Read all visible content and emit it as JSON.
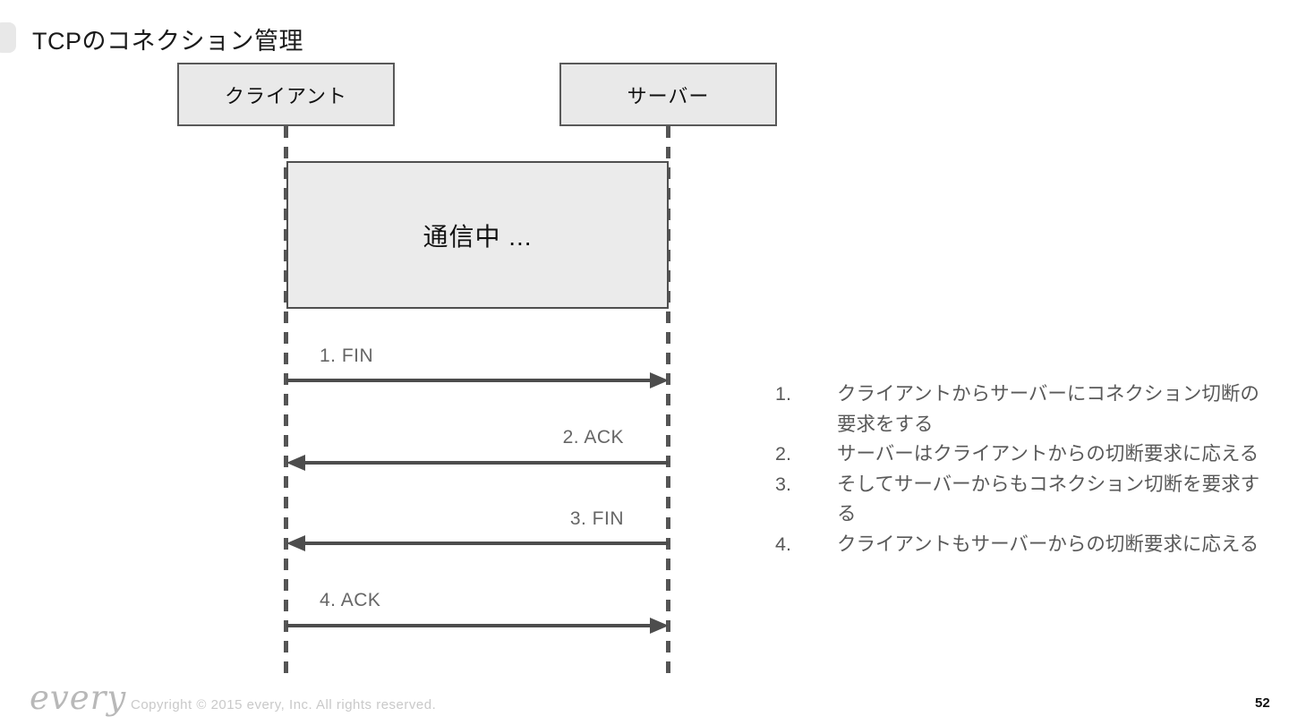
{
  "slide": {
    "title": "TCPのコネクション管理",
    "page_number": "52",
    "footer": {
      "logo": "every",
      "copyright": "Copyright © 2015 every, Inc. All rights reserved."
    }
  },
  "diagram": {
    "actors": [
      {
        "label": "クライアント"
      },
      {
        "label": "サーバー"
      }
    ],
    "activity_label": "通信中 ...",
    "messages": [
      {
        "label": "1. FIN",
        "from": "クライアント",
        "to": "サーバー",
        "direction": "right"
      },
      {
        "label": "2. ACK",
        "from": "サーバー",
        "to": "クライアント",
        "direction": "left"
      },
      {
        "label": "3. FIN",
        "from": "サーバー",
        "to": "クライアント",
        "direction": "left"
      },
      {
        "label": "4. ACK",
        "from": "クライアント",
        "to": "サーバー",
        "direction": "right"
      }
    ]
  },
  "notes": {
    "items": [
      {
        "num": "1.",
        "text": "クライアントからサーバーにコネクション切断の要求をする"
      },
      {
        "num": "2.",
        "text": "サーバーはクライアントからの切断要求に応える"
      },
      {
        "num": "3.",
        "text": "そしてサーバーからもコネクション切断を要求する"
      },
      {
        "num": "4.",
        "text": "クライアントもサーバーからの切断要求に応える"
      }
    ]
  },
  "colors": {
    "actor_fill": "#e9e9e9",
    "actor_border": "#595959",
    "activity_fill": "#ebebeb",
    "arrow": "#4d4d4d",
    "message_label": "#666666",
    "note_text": "#595959",
    "title_text": "#1a1a1a",
    "footer_text": "#c9c9c9",
    "logo_text": "#b8b8b8"
  }
}
